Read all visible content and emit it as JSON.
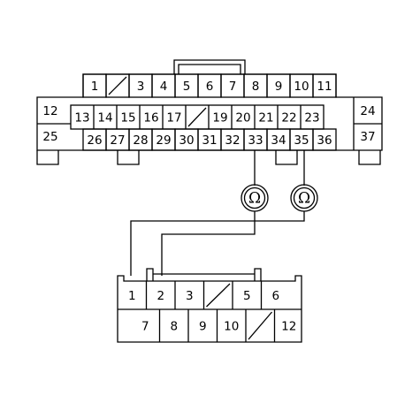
{
  "upper_connector": {
    "row1": [
      {
        "label": "1"
      },
      {
        "label": "",
        "blank": true
      },
      {
        "label": "3"
      },
      {
        "label": "4"
      },
      {
        "label": "5"
      },
      {
        "label": "6"
      },
      {
        "label": "7"
      },
      {
        "label": "8"
      },
      {
        "label": "9"
      },
      {
        "label": "10"
      },
      {
        "label": "11"
      }
    ],
    "row2": [
      {
        "label": "13"
      },
      {
        "label": "14"
      },
      {
        "label": "15"
      },
      {
        "label": "16"
      },
      {
        "label": "17"
      },
      {
        "label": "",
        "blank": true
      },
      {
        "label": "19"
      },
      {
        "label": "20"
      },
      {
        "label": "21"
      },
      {
        "label": "22"
      },
      {
        "label": "23"
      }
    ],
    "row3": [
      {
        "label": "26"
      },
      {
        "label": "27"
      },
      {
        "label": "28"
      },
      {
        "label": "29"
      },
      {
        "label": "30"
      },
      {
        "label": "31"
      },
      {
        "label": "32"
      },
      {
        "label": "33"
      },
      {
        "label": "34"
      },
      {
        "label": "35"
      },
      {
        "label": "36"
      }
    ],
    "left_side": [
      "12",
      "25"
    ],
    "right_side": [
      "24",
      "37"
    ]
  },
  "lower_connector": {
    "row1": [
      {
        "label": "1"
      },
      {
        "label": "2"
      },
      {
        "label": "3"
      },
      {
        "label": "",
        "blank": true
      },
      {
        "label": "5"
      },
      {
        "label": "6"
      }
    ],
    "row2": [
      {
        "label": "7"
      },
      {
        "label": "8"
      },
      {
        "label": "9"
      },
      {
        "label": "10"
      },
      {
        "label": "",
        "blank": true
      },
      {
        "label": "12"
      }
    ]
  },
  "meters": [
    {
      "symbol": "Ω"
    },
    {
      "symbol": "Ω"
    }
  ]
}
